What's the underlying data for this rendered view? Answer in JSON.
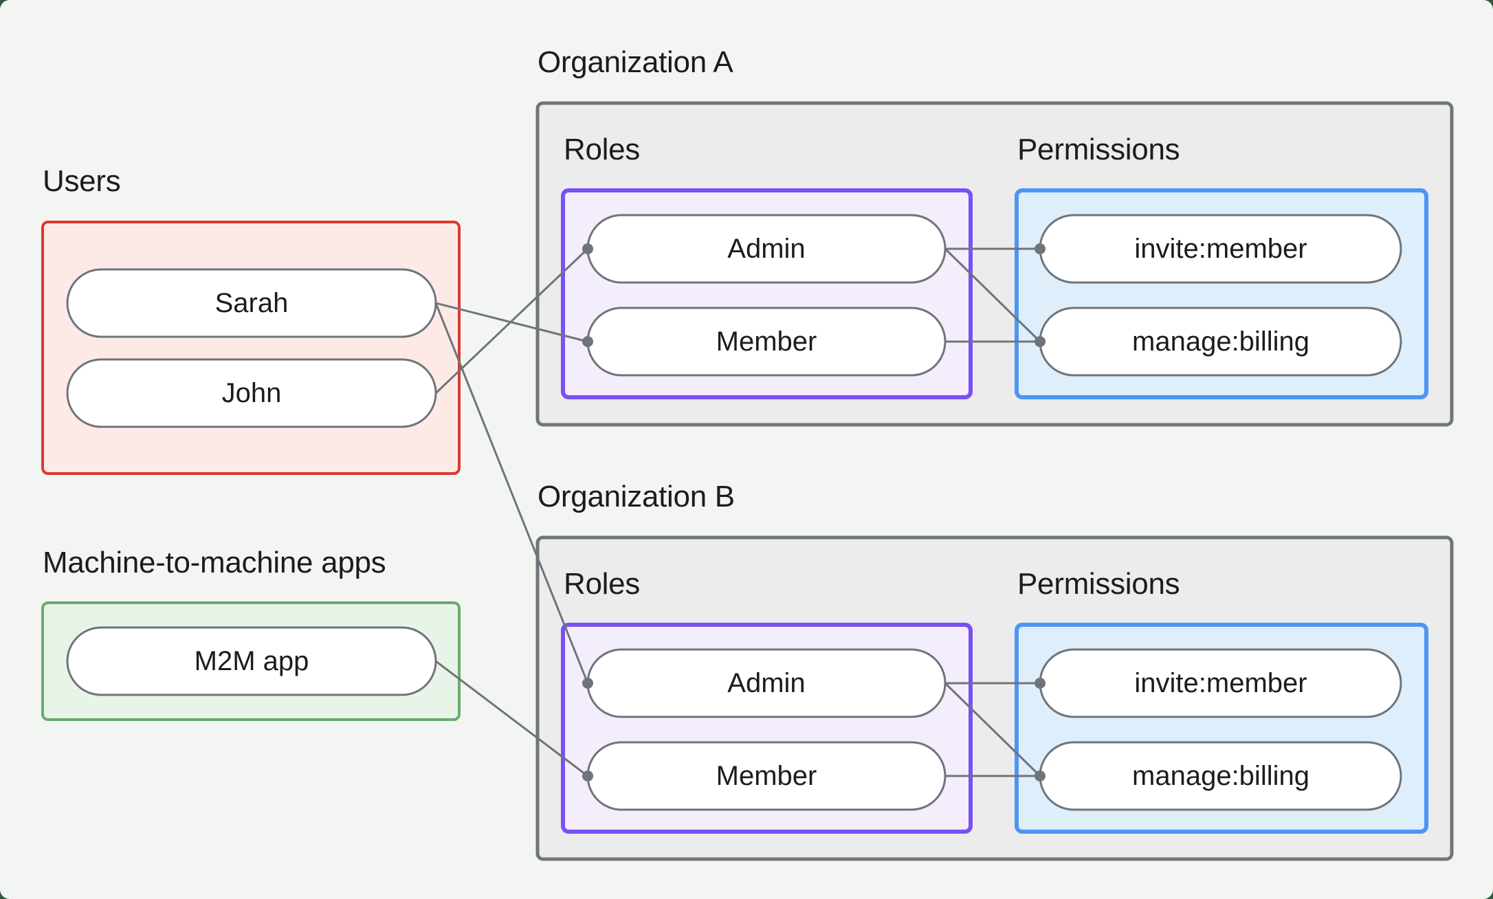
{
  "diagram": {
    "users_label": "Users",
    "m2m_label": "Machine-to-machine apps",
    "users": [
      "Sarah",
      "John"
    ],
    "m2m_apps": [
      "M2M app"
    ],
    "organizations": [
      {
        "title": "Organization A",
        "roles_label": "Roles",
        "permissions_label": "Permissions",
        "roles": [
          "Admin",
          "Member"
        ],
        "permissions": [
          "invite:member",
          "manage:billing"
        ]
      },
      {
        "title": "Organization B",
        "roles_label": "Roles",
        "permissions_label": "Permissions",
        "roles": [
          "Admin",
          "Member"
        ],
        "permissions": [
          "invite:member",
          "manage:billing"
        ]
      }
    ],
    "assignments": [
      "John → Organization A: Admin",
      "Sarah → Organization A: Member",
      "Sarah → Organization B: Admin",
      "M2M app → Organization B: Member",
      "Organization A: Admin → invite:member",
      "Organization A: Admin → manage:billing",
      "Organization A: Member → manage:billing",
      "Organization B: Admin → invite:member",
      "Organization B: Admin → manage:billing",
      "Organization B: Member → manage:billing"
    ],
    "colors": {
      "outer_bg": "#33573f",
      "canvas_bg": "#f3f5f2",
      "text": "#1a1c1f",
      "users_border": "#d93a32",
      "users_fill": "#fdeae7",
      "m2m_border": "#6aab6c",
      "m2m_fill": "#e9f4e8",
      "org_border": "#707579",
      "org_fill": "#ececec",
      "roles_border": "#7b50f3",
      "roles_fill": "#f3edfc",
      "permissions_border": "#4d95f4",
      "permissions_fill": "#deeefb",
      "node_fill": "#ffffff",
      "node_border": "#6f747a",
      "edge": "#6f747a"
    }
  }
}
